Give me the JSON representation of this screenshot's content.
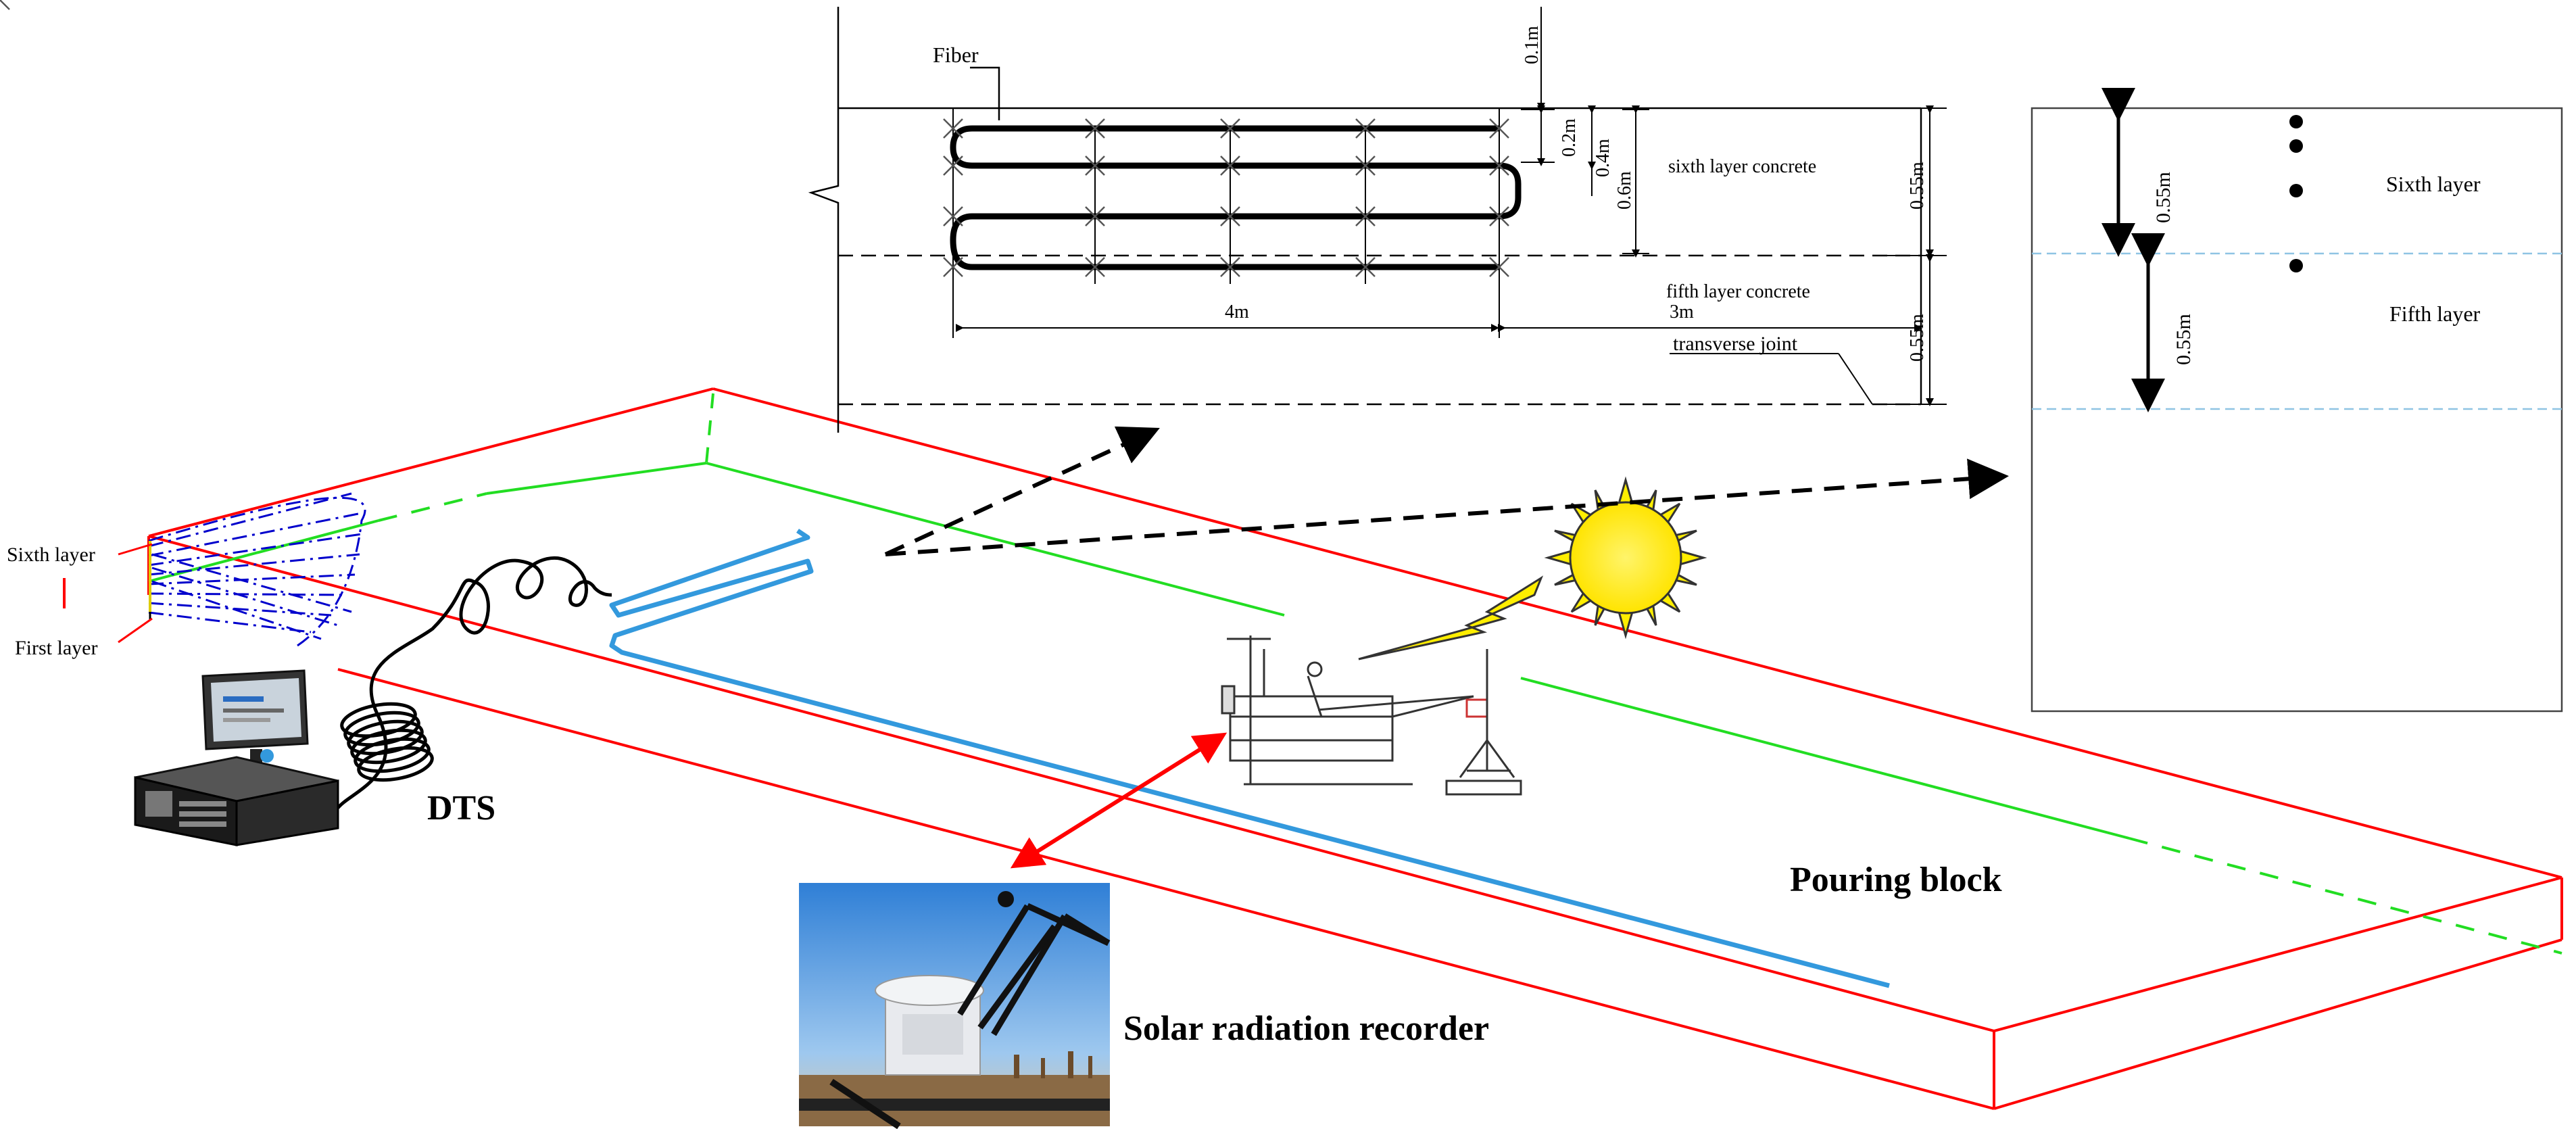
{
  "detail_plan": {
    "fiber_label": "Fiber",
    "dim_0_1": "0.1m",
    "dim_0_2": "0.2m",
    "dim_0_4": "0.4m",
    "dim_0_6": "0.6m",
    "dim_4": "4m",
    "dim_3": "3m",
    "dim_0_55_top": "0.55m",
    "dim_0_55_bottom": "0.55m",
    "sixth_layer": "sixth layer concrete",
    "fifth_layer": "fifth layer concrete",
    "transverse_joint": "transverse joint"
  },
  "section_view": {
    "dim_top": "0.55m",
    "dim_bottom": "0.55m",
    "sixth": "Sixth layer",
    "fifth": "Fifth layer"
  },
  "main": {
    "sixth_layer": "Sixth layer",
    "first_layer": "First layer",
    "dts": "DTS",
    "pouring_block": "Pouring block",
    "solar_recorder": "Solar radiation recorder"
  },
  "colors": {
    "block_outline": "#ff0000",
    "fiber_blue": "#3399dd",
    "centerline_green": "#22dd22",
    "layer_lines_blue": "#0000cc",
    "sun": "#ffee00"
  }
}
